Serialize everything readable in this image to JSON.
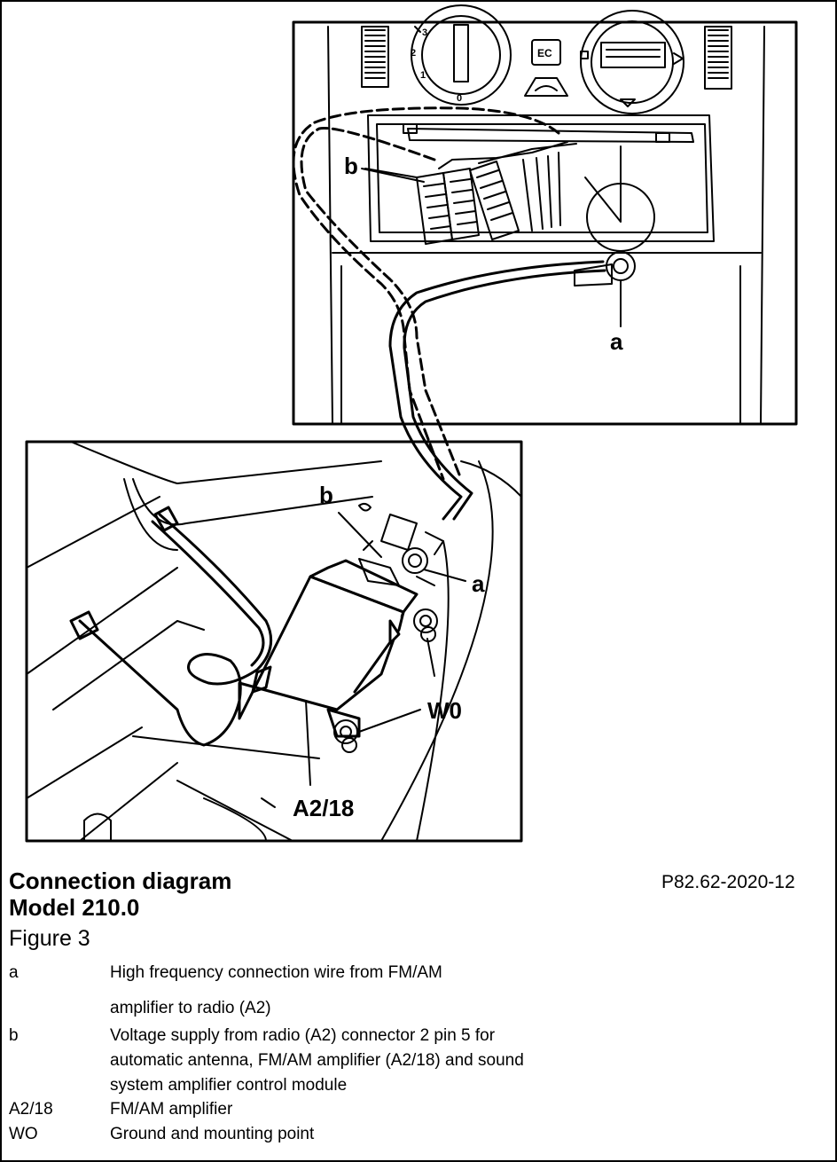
{
  "callouts": {
    "top_b": "b",
    "top_a": "a",
    "bottom_b": "b",
    "bottom_a": "a",
    "w0": "W0",
    "a2_18": "A2/18"
  },
  "caption": {
    "title": "Connection diagram",
    "model": "Model 210.0",
    "figure": "Figure 3",
    "reference": "P82.62-2020-12"
  },
  "legend": [
    {
      "key": "a",
      "lines": [
        "High frequency connection wire from FM/AM",
        "amplifier to radio (A2)"
      ]
    },
    {
      "key": "b",
      "lines": [
        "Voltage supply from radio (A2) connector 2 pin 5 for",
        "automatic antenna, FM/AM amplifier (A2/18) and sound",
        "system amplifier control module"
      ]
    },
    {
      "key": "A2/18",
      "lines": [
        "FM/AM amplifier"
      ]
    },
    {
      "key": "WO",
      "lines": [
        "Ground and mounting point"
      ]
    }
  ],
  "dashboard_labels": {
    "ec_button": "EC",
    "dial_numbers": [
      "3",
      "2",
      "1",
      "0"
    ]
  }
}
